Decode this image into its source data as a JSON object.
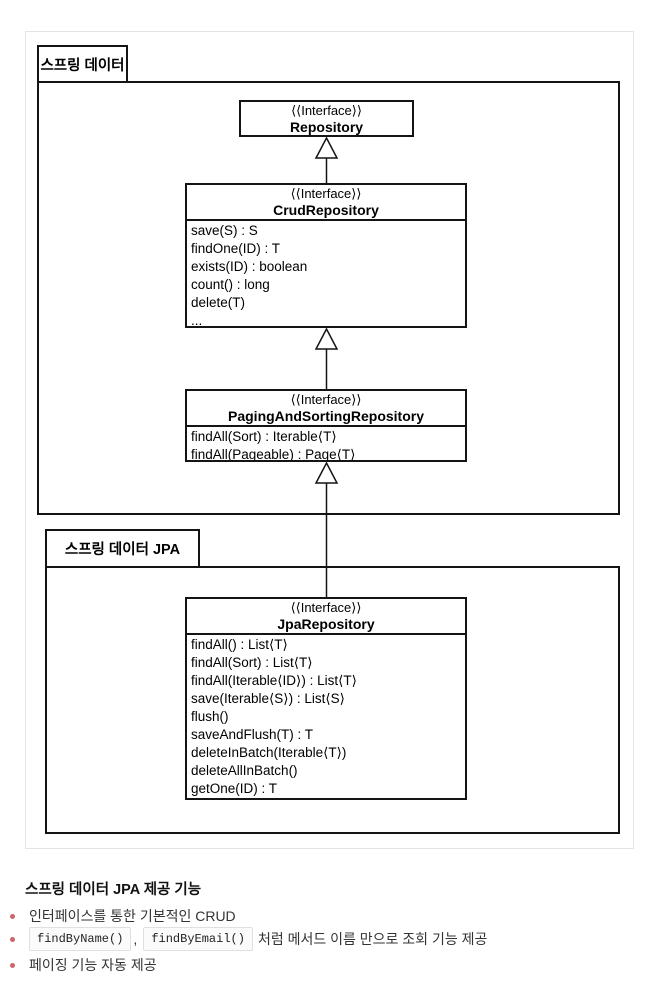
{
  "diagram": {
    "spring_data": {
      "label": "스프링 데이터"
    },
    "spring_data_jpa": {
      "label": "스프링 데이터 JPA"
    },
    "classes": {
      "repository": {
        "stereotype": "⟨⟨Interface⟩⟩",
        "name": "Repository"
      },
      "crud_repository": {
        "stereotype": "⟨⟨Interface⟩⟩",
        "name": "CrudRepository",
        "methods": [
          "save(S) : S",
          "findOne(ID) : T",
          "exists(ID) : boolean",
          "count() : long",
          "delete(T)",
          "..."
        ]
      },
      "paging_and_sorting_repository": {
        "stereotype": "⟨⟨Interface⟩⟩",
        "name": "PagingAndSortingRepository",
        "methods": [
          "findAll(Sort) : Iterable⟨T⟩",
          "findAll(Pageable) : Page⟨T⟩"
        ]
      },
      "jpa_repository": {
        "stereotype": "⟨⟨Interface⟩⟩",
        "name": "JpaRepository",
        "methods": [
          "findAll() : List⟨T⟩",
          "findAll(Sort) : List⟨T⟩",
          "findAll(Iterable⟨ID⟩) : List⟨T⟩",
          "save(Iterable⟨S⟩) : List⟨S⟩",
          "flush()",
          "saveAndFlush(T) : T",
          "deleteInBatch(Iterable⟨T⟩)",
          "deleteAllInBatch()",
          "getOne(ID) : T"
        ]
      }
    }
  },
  "notes": {
    "heading": "스프링 데이터 JPA 제공 기능",
    "items": [
      {
        "text": "인터페이스를 통한 기본적인 CRUD"
      },
      {
        "code1": "findByName()",
        "separator": ",",
        "code2": "findByEmail()",
        "text": "처럼 메서드 이름 만으로 조회 기능 제공"
      },
      {
        "text": "페이징 기능 자동 제공"
      }
    ]
  },
  "colors": {
    "bullet": "#cb6868",
    "frame_border": "#e4e4e4",
    "diagram_line": "#141414",
    "code_background": "#fbfbfb",
    "code_border": "#e0e0e0"
  }
}
